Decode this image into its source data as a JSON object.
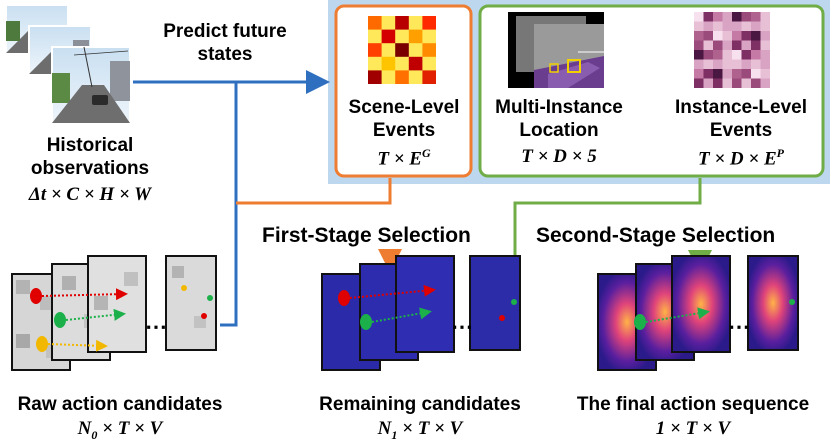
{
  "colors": {
    "blue_arrow": "#2e6fc0",
    "orange": "#ee7d31",
    "green": "#70ad47",
    "panel_bg": "#bdd7ee"
  },
  "top": {
    "predict_label": "Predict future\nstates"
  },
  "historical": {
    "label": "Historical\nobservations",
    "formula": "Δt × C × H × W"
  },
  "scene_events": {
    "label": "Scene-Level\nEvents",
    "formula": "T × E",
    "formula_sup": "G"
  },
  "multi_instance": {
    "label": "Multi-Instance\nLocation",
    "formula": "T × D × 5"
  },
  "instance_events": {
    "label": "Instance-Level\nEvents",
    "formula": "T × D × E",
    "formula_sup": "P"
  },
  "stages": {
    "first": "First-Stage Selection",
    "second": "Second-Stage Selection"
  },
  "raw": {
    "label": "Raw action candidates",
    "formula": "N",
    "formula_sub": "0",
    "formula_rest": " × T × V"
  },
  "remaining": {
    "label": "Remaining candidates",
    "formula": "N",
    "formula_sub": "1",
    "formula_rest": " × T × V"
  },
  "final": {
    "label": "The final action sequence",
    "formula": "1 × T × V"
  },
  "ellipsis": "⋯"
}
